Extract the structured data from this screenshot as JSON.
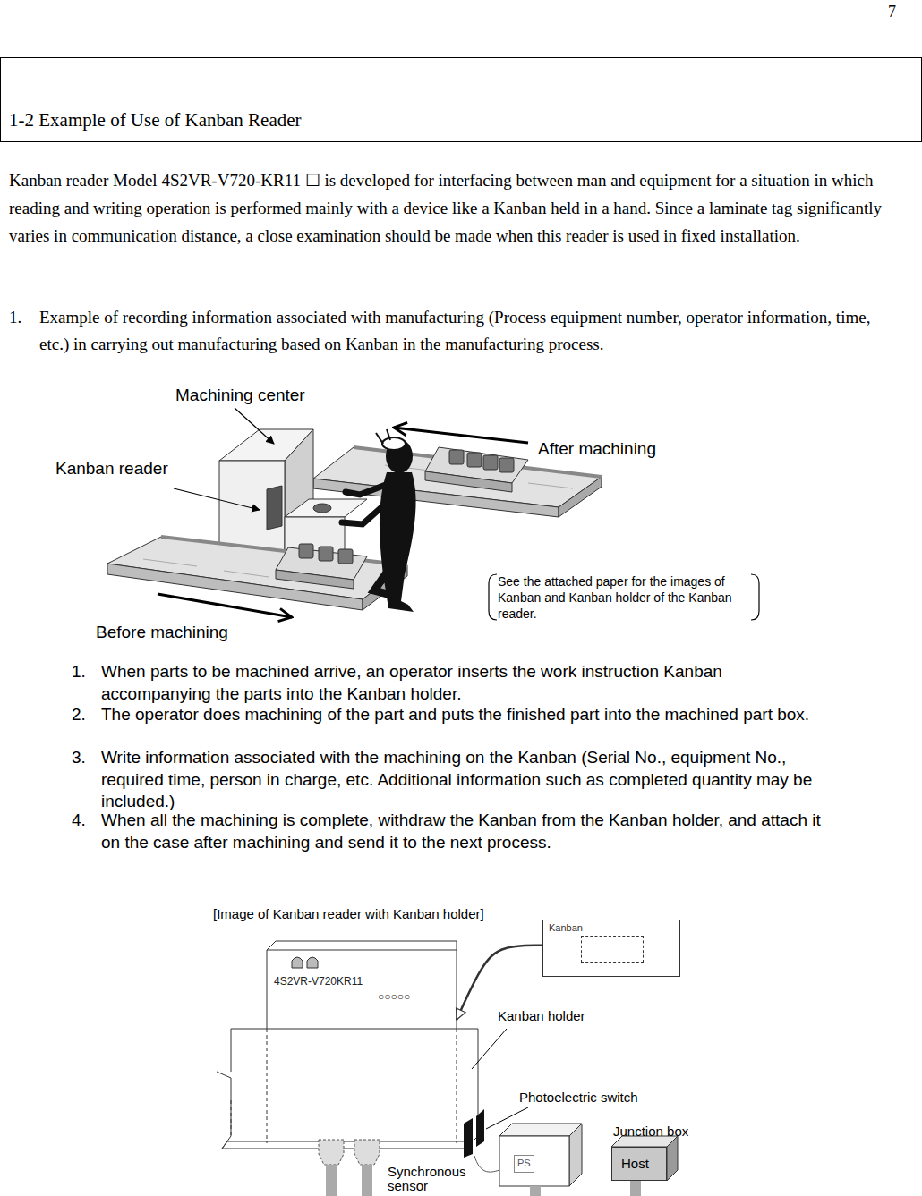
{
  "diagram": {
    "title": "1-2 Example of Use of Kanban Reader",
    "nodes": [
      {
        "text": [
          "Kanban"
        ]
      },
      {
        "text": [
          "4S2VR-V720KR11",
          "○○○○○"
        ]
      },
      {
        "text": [
          "PS"
        ]
      },
      {
        "text": [
          "Host"
        ]
      }
    ],
    "edges": [
      {
        "from": 0,
        "to": 1,
        "arrow": "to"
      }
    ],
    "labels": [
      "7",
      "Kanban reader Model 4S2VR-V720-KR11 ☐ is developed for interfacing between man and equipment for a situation in which reading and writing operation is performed mainly with a device like a Kanban held in a hand. Since a laminate tag significantly varies in communication distance, a close examination should be made when this reader is used in fixed installation.",
      "1.",
      "Example of recording information associated with manufacturing (Process equipment number, operator information, time, etc.) in carrying out manufacturing based on Kanban in the manufacturing process.",
      "Machining center",
      "Kanban reader",
      "After machining",
      "Before machining",
      "See the attached paper for the images of Kanban and Kanban holder of the Kanban reader.",
      "1.",
      "When parts to be machined arrive, an operator inserts the work instruction Kanban accompanying the parts into the Kanban holder.",
      "2.",
      "The operator does machining of the part and puts the finished part into the machined part box.",
      "3.",
      "Write information associated with the machining on the Kanban (Serial No., equipment No., required time, person in charge, etc. Additional information such as completed quantity may be included.)",
      "4.",
      "When all the machining is complete, withdraw the Kanban from the Kanban holder, and attach it on the case after machining and send it to the next process.",
      "[Image of Kanban reader with Kanban holder]",
      "Kanban holder",
      "Photoelectric switch",
      "Junction box",
      "Synchronous sensor"
    ]
  }
}
